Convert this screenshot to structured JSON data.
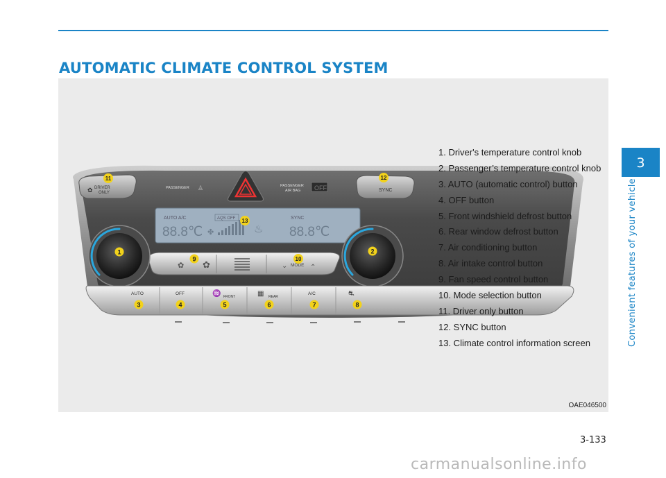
{
  "header": {
    "title": "AUTOMATIC CLIMATE CONTROL SYSTEM"
  },
  "chapter": {
    "number": "3",
    "title": "Convenient features of your vehicle"
  },
  "figure": {
    "code": "OAE046500",
    "panel": {
      "driver_only_label_1": "DRIVER",
      "driver_only_label_2": "ONLY",
      "passenger_label": "PASSENGER",
      "airbag_label_1": "PASSENGER",
      "airbag_label_2": "AIR BAG",
      "airbag_off": "OFF",
      "sync_label": "SYNC",
      "display_auto_ac": "AUTO  A/C",
      "display_aqs_off": "AQS OFF",
      "display_sync": "SYNC",
      "display_temp": "88.8℃",
      "mode_label": "MODE",
      "btn_auto": "AUTO",
      "btn_off": "OFF",
      "btn_front": "FRONT",
      "btn_rear": "REAR",
      "btn_ac": "A/C"
    },
    "callouts": [
      "1",
      "2",
      "3",
      "4",
      "5",
      "6",
      "7",
      "8",
      "9",
      "10",
      "11",
      "12",
      "13"
    ],
    "legend": [
      "1. Driver's temperature control knob",
      "2. Passenger’s temperature control knob",
      "3. AUTO (automatic control) button",
      "4. OFF button",
      "5. Front windshield defrost button",
      "6. Rear window defrost button",
      "7. Air conditioning button",
      "8. Air intake control button",
      "9. Fan speed control button",
      "10. Mode selection button",
      "11. Driver only button",
      "12. SYNC button",
      "13. Climate control information screen"
    ]
  },
  "footer": {
    "page_number": "3-133",
    "watermark": "carmanualsonline.info"
  },
  "colors": {
    "accent": "#1a84c6",
    "display": "#9fb0c0",
    "knob_ring": "#2aa7de"
  }
}
